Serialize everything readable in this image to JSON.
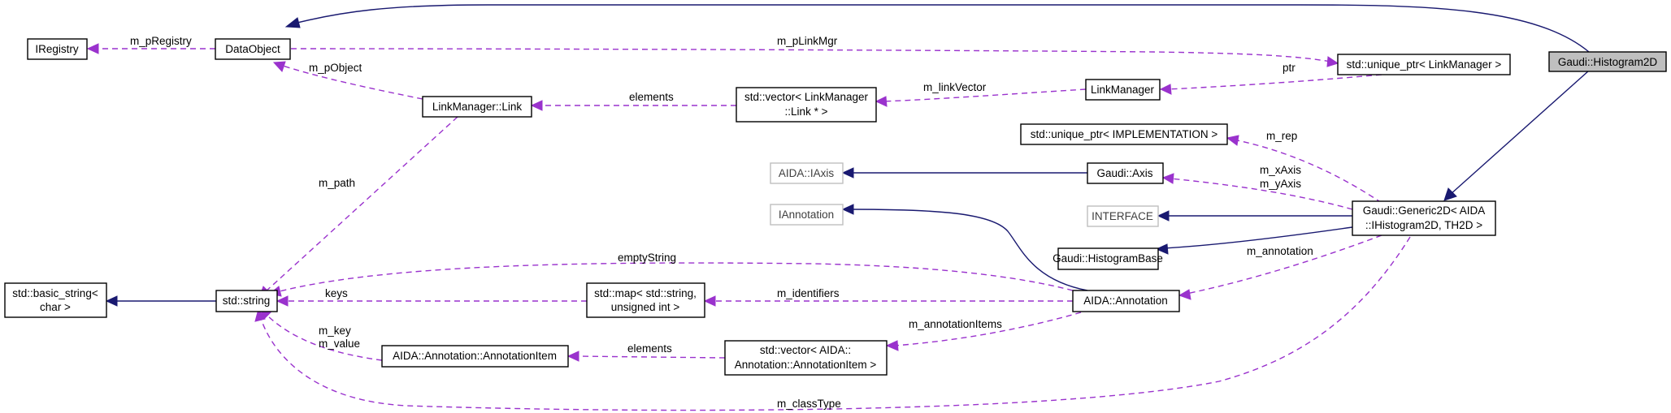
{
  "nodes": {
    "histogram2d": [
      "Gaudi::Histogram2D"
    ],
    "unique_ptr_linkmgr": [
      "std::unique_ptr< LinkManager >"
    ],
    "dataobject": [
      "DataObject"
    ],
    "iregistry": [
      "IRegistry"
    ],
    "linkmanager": [
      "LinkManager"
    ],
    "vector_link": [
      "std::vector< LinkManager",
      "::Link * >"
    ],
    "linkmanager_link": [
      "LinkManager::Link"
    ],
    "unique_ptr_impl": [
      "std::unique_ptr< IMPLEMENTATION >"
    ],
    "aida_iaxis": [
      "AIDA::IAxis"
    ],
    "gaudi_axis": [
      "Gaudi::Axis"
    ],
    "iannotation": [
      "IAnnotation"
    ],
    "interface": [
      "INTERFACE"
    ],
    "generic2d": [
      "Gaudi::Generic2D< AIDA",
      "::IHistogram2D, TH2D >"
    ],
    "histogrambase": [
      "Gaudi::HistogramBase"
    ],
    "aida_annotation": [
      "AIDA::Annotation"
    ],
    "std_map": [
      "std::map< std::string,",
      "unsigned int >"
    ],
    "std_string": [
      "std::string"
    ],
    "basic_string": [
      "std::basic_string<",
      "char >"
    ],
    "annotation_item": [
      "AIDA::Annotation::AnnotationItem"
    ],
    "vector_annotation_item": [
      "std::vector< AIDA::",
      "Annotation::AnnotationItem >"
    ]
  },
  "edge_labels": {
    "m_pRegistry": "m_pRegistry",
    "m_pLinkMgr": "m_pLinkMgr",
    "m_pObject": "m_pObject",
    "ptr": "ptr",
    "m_linkVector": "m_linkVector",
    "elements_link": "elements",
    "m_path": "m_path",
    "m_rep": "m_rep",
    "m_xAxis": "m_xAxis",
    "m_yAxis": "m_yAxis",
    "emptyString": "emptyString",
    "m_annotation": "m_annotation",
    "keys": "keys",
    "m_identifiers": "m_identifiers",
    "m_key": "m_key",
    "m_value": "m_value",
    "m_annotationItems": "m_annotationItems",
    "elements_item": "elements",
    "m_classType": "m_classType"
  },
  "colors": {
    "inheritance_edge": "#191970",
    "usage_edge": "#9a32cd",
    "highlight_fill": "#bfbfbf",
    "external_border": "#bfbfbf"
  }
}
